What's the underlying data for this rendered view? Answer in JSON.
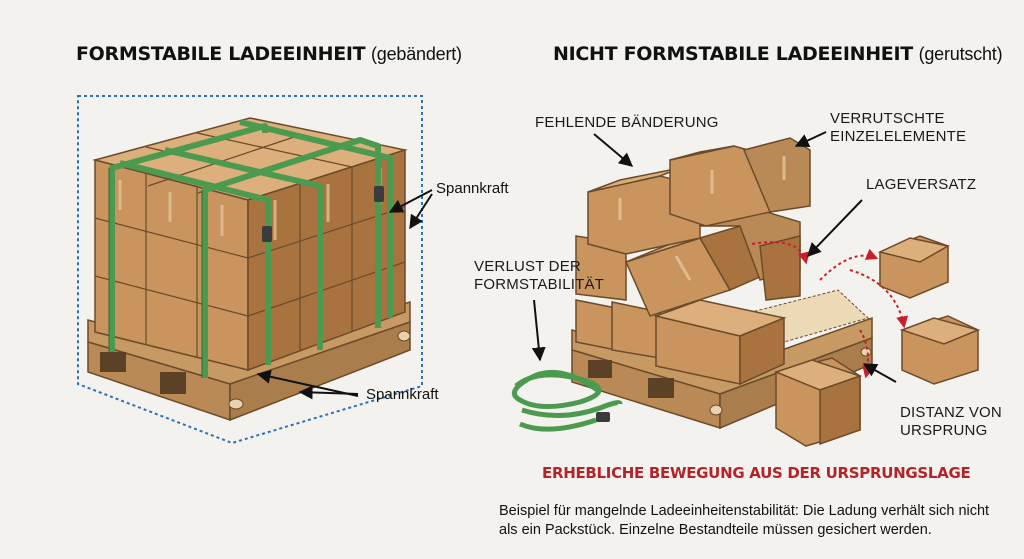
{
  "left": {
    "title_bold": "FORMSTABILE LADEEINHEIT",
    "title_light": "(gebändert)",
    "label_force_top": "Spannkraft",
    "label_force_bottom": "Spannkraft"
  },
  "right": {
    "title_bold": "NICHT FORMSTABILE LADEEINHEIT",
    "title_light": "(gerutscht)",
    "callout_missing_strapping": "FEHLENDE BÄNDERUNG",
    "callout_shifted_line1": "VERRUTSCHTE",
    "callout_shifted_line2": "EINZELELEMENTE",
    "callout_layer_offset": "LAGEVERSATZ",
    "callout_loss_line1": "VERLUST DER",
    "callout_loss_line2": "FORMSTABILITÄT",
    "callout_distance_line1": "DISTANZ VON",
    "callout_distance_line2": "URSPRUNG"
  },
  "footer": {
    "warning": "ERHEBLICHE BEWEGUNG AUS DER URSPRUNGSLAGE",
    "description_line1": "Beispiel für mangelnde Ladeeinheitenstabilität: Die Ladung verhält sich nicht",
    "description_line2": "als ein Packstück. Einzelne Bestandteile müssen gesichert werden."
  },
  "colors": {
    "cardboard": "#c9945e",
    "cardboard_dark": "#a8733f",
    "cardboard_light": "#dcaf7c",
    "wood": "#c79a63",
    "strap_green": "#4c9a4f",
    "dashed_blue": "#2f6fb3",
    "motion_red": "#c8202a",
    "warning_red": "#b2232a"
  }
}
